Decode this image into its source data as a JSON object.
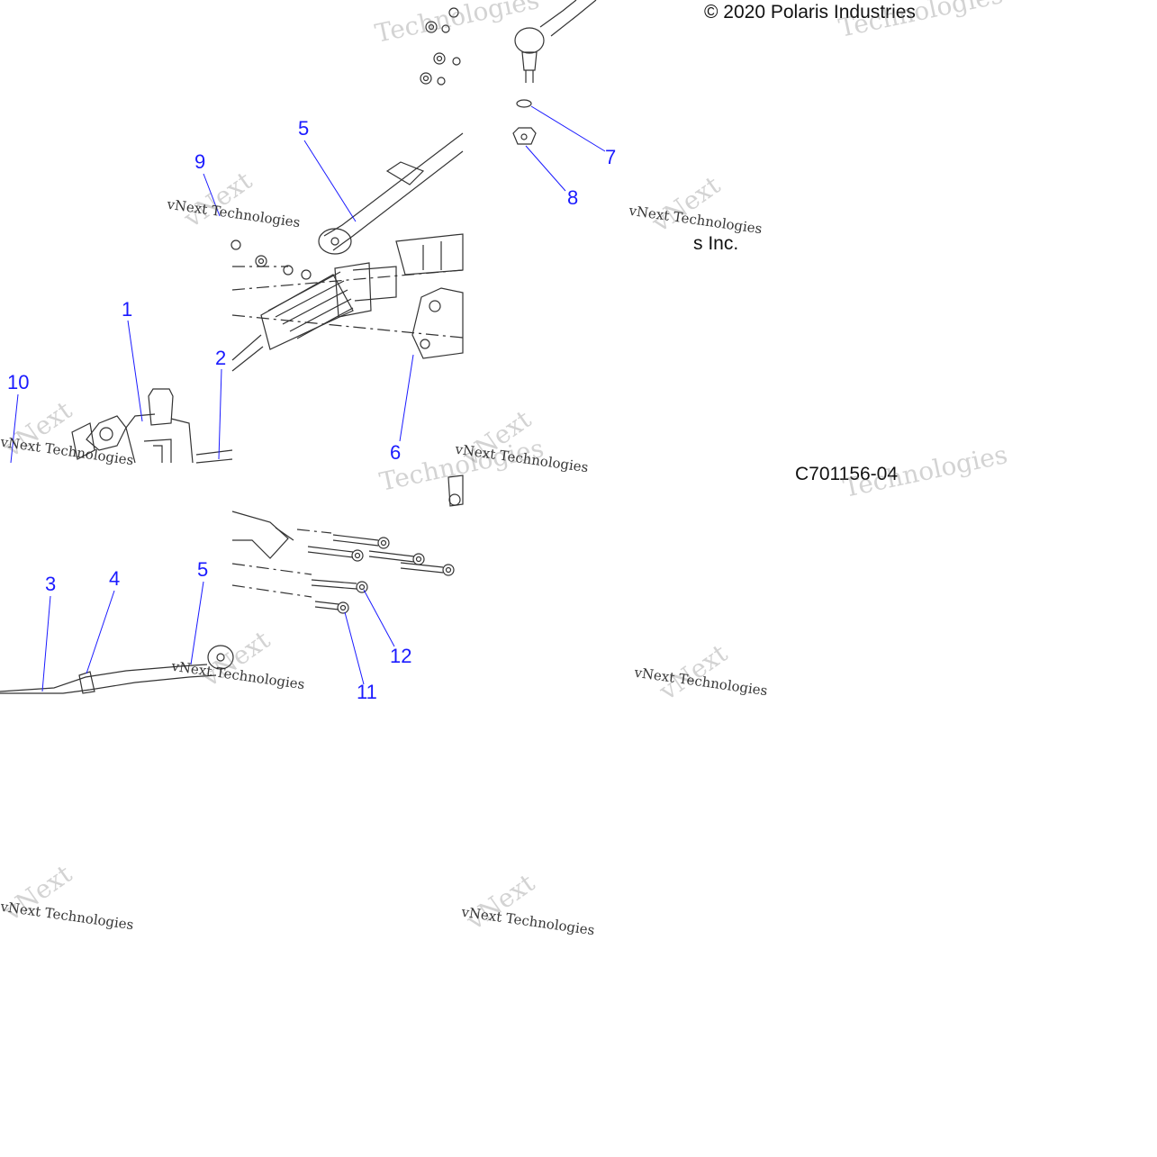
{
  "copyright": "© 2020 Polaris Industries",
  "copyright_tail": "s Inc.",
  "diagram_id": "C701156-04",
  "accent_color": "#1a1aff",
  "line_color": "#333333",
  "watermark": {
    "brand_a": "vNext",
    "brand_b": "Technologies",
    "line": "vNext Technologies"
  },
  "callouts": [
    {
      "id": "c1",
      "label": "1"
    },
    {
      "id": "c2",
      "label": "2"
    },
    {
      "id": "c3",
      "label": "3"
    },
    {
      "id": "c4",
      "label": "4"
    },
    {
      "id": "c5a",
      "label": "5"
    },
    {
      "id": "c5b",
      "label": "5"
    },
    {
      "id": "c6",
      "label": "6"
    },
    {
      "id": "c7",
      "label": "7"
    },
    {
      "id": "c8",
      "label": "8"
    },
    {
      "id": "c9",
      "label": "9"
    },
    {
      "id": "c10",
      "label": "10"
    },
    {
      "id": "c11",
      "label": "11"
    },
    {
      "id": "c12",
      "label": "12"
    }
  ]
}
